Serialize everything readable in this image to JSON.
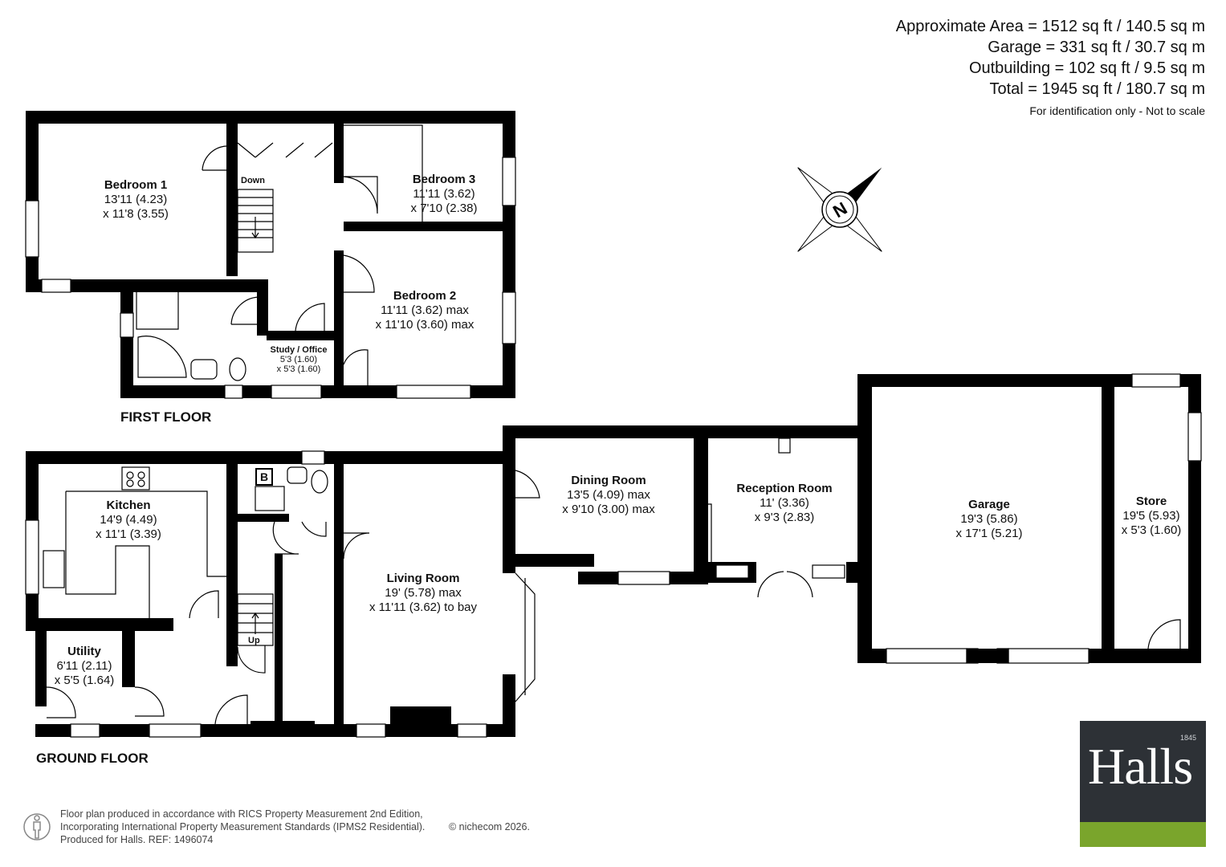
{
  "areas": {
    "approximate": "Approximate Area = 1512 sq ft / 140.5 sq m",
    "garage": "Garage = 331 sq ft / 30.7 sq m",
    "outbuilding": "Outbuilding = 102 sq ft / 9.5 sq m",
    "total": "Total = 1945 sq ft / 180.7 sq m",
    "note": "For identification only - Not to scale"
  },
  "compass": {
    "letter": "N"
  },
  "floors": {
    "first": "FIRST FLOOR",
    "ground": "GROUND FLOOR"
  },
  "rooms": {
    "bedroom1": {
      "name": "Bedroom 1",
      "d1": "13'11 (4.23)",
      "d2": "x 11'8 (3.55)"
    },
    "bedroom3": {
      "name": "Bedroom 3",
      "d1": "11'11 (3.62)",
      "d2": "x 7'10 (2.38)"
    },
    "bedroom2": {
      "name": "Bedroom 2",
      "d1": "11'11 (3.62) max",
      "d2": "x 11'10 (3.60) max"
    },
    "study": {
      "name": "Study / Office",
      "d1": "5'3 (1.60)",
      "d2": "x 5'3 (1.60)"
    },
    "kitchen": {
      "name": "Kitchen",
      "d1": "14'9 (4.49)",
      "d2": "x 11'1 (3.39)"
    },
    "utility": {
      "name": "Utility",
      "d1": "6'11 (2.11)",
      "d2": "x 5'5 (1.64)"
    },
    "living": {
      "name": "Living Room",
      "d1": "19' (5.78) max",
      "d2": "x 11'11 (3.62) to bay"
    },
    "dining": {
      "name": "Dining Room",
      "d1": "13'5 (4.09) max",
      "d2": "x 9'10 (3.00) max"
    },
    "reception": {
      "name": "Reception Room",
      "d1": "11' (3.36)",
      "d2": "x 9'3 (2.83)"
    },
    "garage": {
      "name": "Garage",
      "d1": "19'3 (5.86)",
      "d2": "x 17'1 (5.21)"
    },
    "store": {
      "name": "Store",
      "d1": "19'5 (5.93)",
      "d2": "x 5'3 (1.60)"
    }
  },
  "marks": {
    "down": "Down",
    "up": "Up",
    "boiler": "B"
  },
  "footer": {
    "line1": "Floor plan produced in accordance with RICS Property Measurement 2nd Edition,",
    "line2": "Incorporating International Property Measurement Standards (IPMS2 Residential).",
    "line3": "Produced for Halls.   REF: 1496074",
    "copyright": "© nichecom 2026."
  },
  "logo": {
    "word": "Halls",
    "year": "1845"
  },
  "colors": {
    "wall": "#000000",
    "logo_dark": "#2d3136",
    "logo_green": "#7aa52c"
  }
}
